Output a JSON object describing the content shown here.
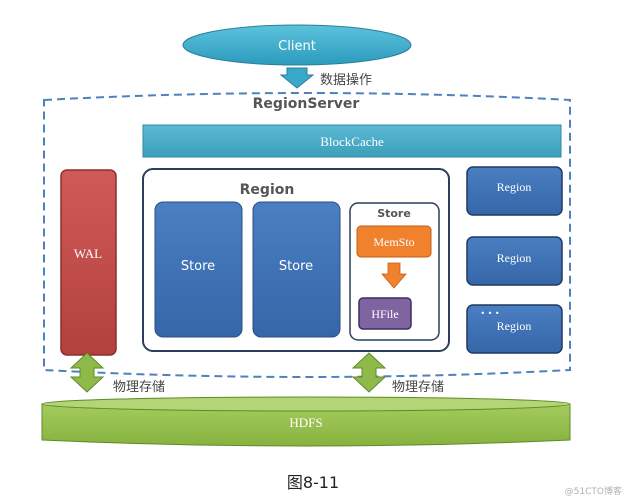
{
  "client": {
    "label": "Client"
  },
  "data_op_label": "数据操作",
  "region_server": {
    "title": "RegionServer"
  },
  "block_cache": {
    "label": "BlockCache"
  },
  "wal": {
    "label": "WAL"
  },
  "region_main": {
    "title": "Region",
    "stores": [
      "Store",
      "Store"
    ],
    "store_detail": {
      "title": "Store",
      "memstore": "MemSto",
      "hfile": "HFile"
    }
  },
  "side_regions": [
    "Region",
    "Region",
    "Region"
  ],
  "ellipsis": "• • •",
  "physical_storage_labels": [
    "物理存储",
    "物理存储"
  ],
  "hdfs": {
    "label": "HDFS"
  },
  "caption": "图8-11",
  "watermark": "@51CTO博客",
  "colors": {
    "client_fill": "#3aa9c9",
    "block_cache_fill": "#49acc6",
    "wal_fill": "#c0504d",
    "store_fill": "#3f72b6",
    "memstore_fill": "#f0812d",
    "hfile_fill": "#8064a2",
    "hdfs_fill": "#93bd4c",
    "dashed_border": "#4f81bd",
    "arrow_green": "#8dba49"
  }
}
